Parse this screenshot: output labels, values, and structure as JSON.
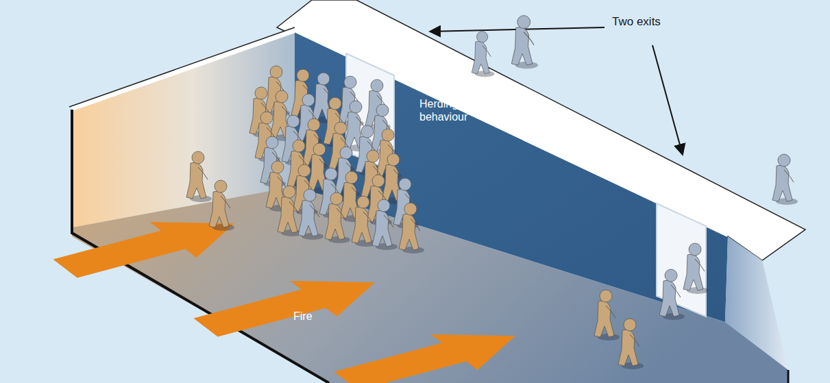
{
  "diagram": {
    "labels": [
      "Two exits",
      "Herding behaviour",
      "Fire"
    ]
  }
}
